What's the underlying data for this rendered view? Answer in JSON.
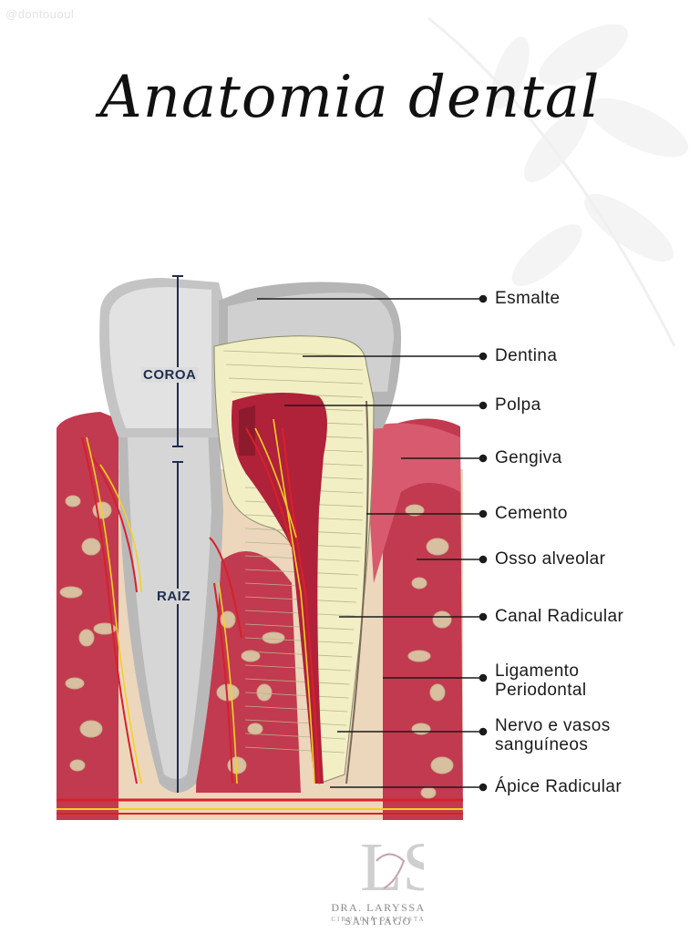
{
  "watermark": "@dontououl",
  "title": "Anatomia dental",
  "side_labels": {
    "crown": "COROA",
    "root": "RAIZ"
  },
  "labels": [
    {
      "id": "esmalte",
      "lines": [
        "Esmalte"
      ]
    },
    {
      "id": "dentina",
      "lines": [
        "Dentina"
      ]
    },
    {
      "id": "polpa",
      "lines": [
        "Polpa"
      ]
    },
    {
      "id": "gengiva",
      "lines": [
        "Gengiva"
      ]
    },
    {
      "id": "cemento",
      "lines": [
        "Cemento"
      ]
    },
    {
      "id": "osso-alveolar",
      "lines": [
        "Osso alveolar"
      ]
    },
    {
      "id": "canal-radicular",
      "lines": [
        "Canal Radicular"
      ]
    },
    {
      "id": "ligamento-periodontal",
      "lines": [
        "Ligamento",
        "Periodontal"
      ]
    },
    {
      "id": "nervo-vasos",
      "lines": [
        "Nervo e vasos",
        "sanguíneos"
      ]
    },
    {
      "id": "apice-radicular",
      "lines": [
        "Ápice Radicular"
      ]
    }
  ],
  "logo": {
    "monogram": "LS",
    "name": "DRA. LARYSSA SANTIAGO",
    "subtitle": "CIRURGIÃ DENTISTA"
  },
  "colors": {
    "gum": "#c23a4f",
    "gum_light": "#d85a6e",
    "bone": "#ecd7bd",
    "bone_pore": "#d8bf9f",
    "dentin": "#f2efc4",
    "pulp": "#b0213a",
    "enamel": "#c9c9c9",
    "nerve": "#f5d020",
    "vessel": "#d8202a",
    "text_dark": "#1f2d4f"
  }
}
